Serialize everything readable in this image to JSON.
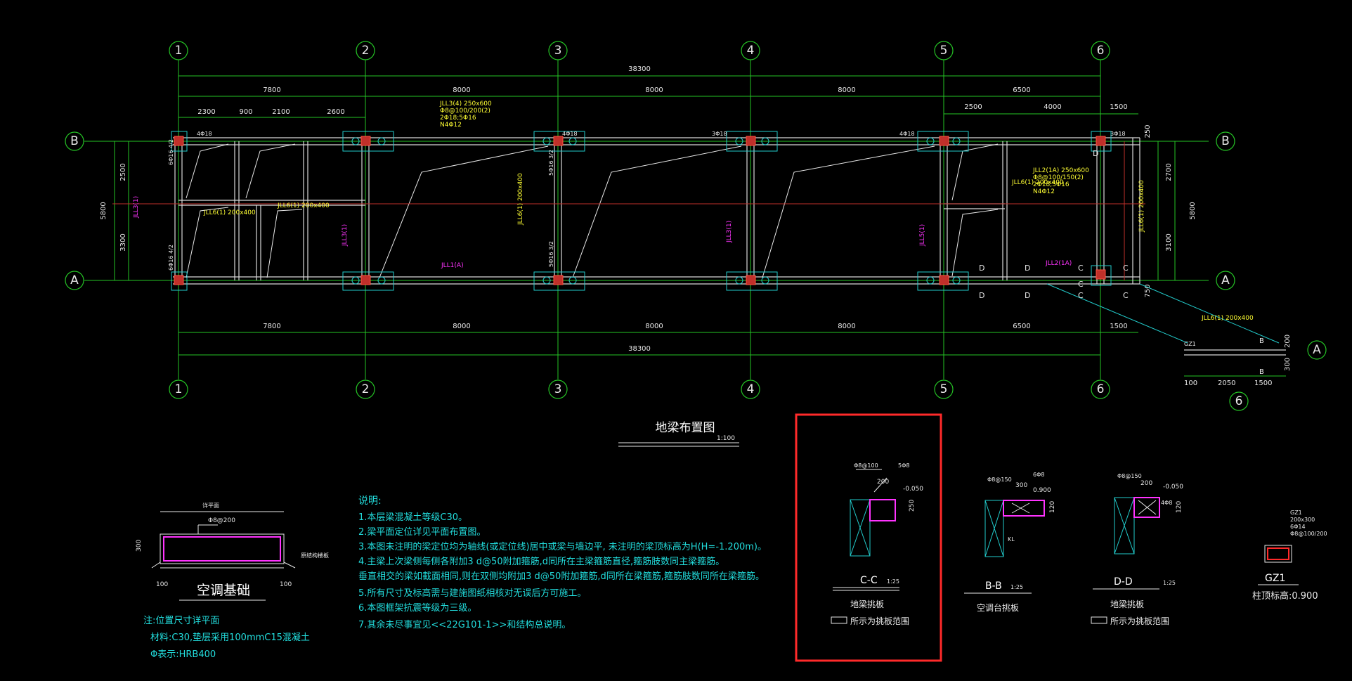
{
  "drawing": {
    "title": "地梁布置图",
    "scale": "1:100",
    "axes_numbers": [
      "1",
      "2",
      "3",
      "4",
      "5",
      "6"
    ],
    "axes_letters": [
      "A",
      "B"
    ],
    "total_dimension": "38300",
    "spans_top": [
      "7800",
      "8000",
      "8000",
      "8000",
      "6500"
    ],
    "spans_bottom": [
      "7800",
      "8000",
      "8000",
      "8000",
      "6500"
    ],
    "sub_dims_left": [
      "2300",
      "900",
      "2100",
      "2600"
    ],
    "sub_dims_right": [
      "2500",
      "4000",
      "1500"
    ],
    "overhang": "1500",
    "vertical_total": "5800",
    "vertical_left": [
      "2500",
      "3300"
    ],
    "vertical_right": [
      "2700",
      "3100",
      "250",
      "750"
    ],
    "detail_dims": [
      "100",
      "2050",
      "1500",
      "200",
      "300"
    ],
    "beam_labels_main": [
      "JLL1(A)",
      "JLL3(1)",
      "JLL3(1)",
      "JLL5(1)",
      "JLL2(1A)"
    ],
    "beam_top_label": [
      "JLL3(4) 250x600",
      "Φ8@100/200(2)",
      "2Φ18;5Φ16",
      "N4Φ12"
    ],
    "beam_right_label": [
      "JLL2(1A) 250x600",
      "Φ8@100/150(2)",
      "2Φ18;5Φ16",
      "N4Φ12"
    ],
    "beam_small_labels": [
      "4Φ18",
      "4Φ18",
      "3Φ18",
      "4Φ18",
      "3Φ18",
      "6Φ16 4/2",
      "5Φ16 3/2",
      "5Φ16 3/2",
      "6Φ16 4/2"
    ],
    "spot_label": "JLL6(1) 200x400",
    "spot_label2": "GZ1",
    "marks": [
      "D",
      "D",
      "D",
      "C",
      "C",
      "C",
      "D",
      "D",
      "C",
      "C",
      "B",
      "B"
    ]
  },
  "ac_foundation": {
    "title": "空调基础",
    "top_dim": "详平面",
    "rebar": "Φ8@200",
    "side_dim": "300",
    "bottom_dims": [
      "100",
      "100"
    ],
    "edge_label": "原结构楼板",
    "notes": [
      "注:位置尺寸详平面",
      "材料:C30,垫层采用100mmC15混凝土",
      "Φ表示:HRB400"
    ]
  },
  "notes": {
    "title": "说明:",
    "items": [
      "1.本层梁混凝土等级C30。",
      "2.梁平面定位详见平面布置图。",
      "3.本图未注明的梁定位均为轴线(或定位线)居中或梁与墙边平,  未注明的梁顶标高为H(H=-1.200m)。",
      "4.主梁上次梁侧每侧各附加3 d@50附加箍筋,d同所在主梁箍筋直径,箍筋肢数同主梁箍筋。",
      "  垂直相交的梁如截面相同,则在双侧均附加3 d@50附加箍筋,d同所在梁箍筋,箍筋肢数同所在梁箍筋。",
      "5.所有尺寸及标高需与建施图纸相核对无误后方可施工。",
      "6.本图框架抗震等级为三级。",
      "7.其余未尽事宜见<<22G101-1>>和结构总说明。"
    ]
  },
  "section_cc": {
    "title": "C-C",
    "scale": "1:25",
    "rebar_top": "Φ8@100",
    "rebar_right": "5Φ8",
    "width": "200",
    "elev": "-0.050",
    "height": "250",
    "cap1": "地梁挑板",
    "cap2": "所示为挑板范围"
  },
  "section_bb": {
    "title": "B-B",
    "scale": "1:25",
    "rebar_top": "Φ8@150",
    "rebar_right": "6Φ8",
    "width": "300",
    "elev": "0.900",
    "height": "120",
    "beam": "KL",
    "cap1": "空调台挑板"
  },
  "section_dd": {
    "title": "D-D",
    "scale": "1:25",
    "rebar_top": "Φ8@150",
    "rebar_right": "4Φ8",
    "width": "200",
    "elev": "-0.050",
    "height": "120",
    "cap1": "地梁挑板",
    "cap2": "所示为挑板范围"
  },
  "gz1": {
    "label": "GZ1",
    "spec": [
      "GZ1",
      "200x300",
      "6Φ14",
      "Φ8@100/200"
    ],
    "elev_label": "柱顶标高:0.900"
  },
  "colors": {
    "background": "#000000",
    "grid": "#25c425",
    "magenta": "#ff33ff",
    "yellow": "#ffff33",
    "cyan": "#22cccc",
    "red_highlight": "#ff2a2a"
  }
}
